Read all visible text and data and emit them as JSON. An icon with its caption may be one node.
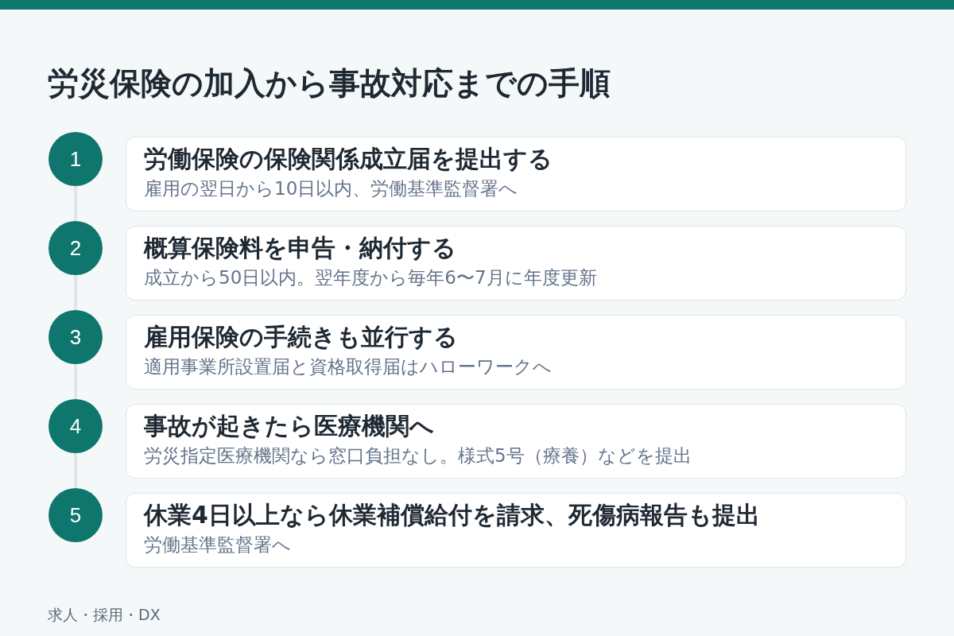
{
  "diagram": {
    "title": "労災保険の加入から事故対応までの手順",
    "nodes": [
      {
        "text": [
          "1"
        ]
      },
      {
        "text": [
          "労働保険の保険関係成立届を提出する",
          "雇用の翌日から10日以内、労働基準監督署へ"
        ]
      },
      {
        "text": [
          "2"
        ]
      },
      {
        "text": [
          "概算保険料を申告・納付する",
          "成立から50日以内。翌年度から毎年6〜7月に年度更新"
        ]
      },
      {
        "text": [
          "3"
        ]
      },
      {
        "text": [
          "雇用保険の手続きも並行する",
          "適用事業所設置届と資格取得届はハローワークへ"
        ]
      },
      {
        "text": [
          "4"
        ]
      },
      {
        "text": [
          "事故が起きたら医療機関へ",
          "労災指定医療機関なら窓口負担なし。様式5号（療養）などを提出"
        ]
      },
      {
        "text": [
          "5"
        ]
      },
      {
        "text": [
          "休業4日以上なら休業補償給付を請求、死傷病報告も提出",
          "労働基準監督署へ"
        ]
      }
    ],
    "edges": [
      {
        "from": 0,
        "to": 2,
        "arrow": "none"
      },
      {
        "from": 2,
        "to": 4,
        "arrow": "none"
      },
      {
        "from": 4,
        "to": 6,
        "arrow": "none"
      },
      {
        "from": 6,
        "to": 8,
        "arrow": "none"
      }
    ],
    "labels": [
      "求人・採用・DX"
    ]
  }
}
